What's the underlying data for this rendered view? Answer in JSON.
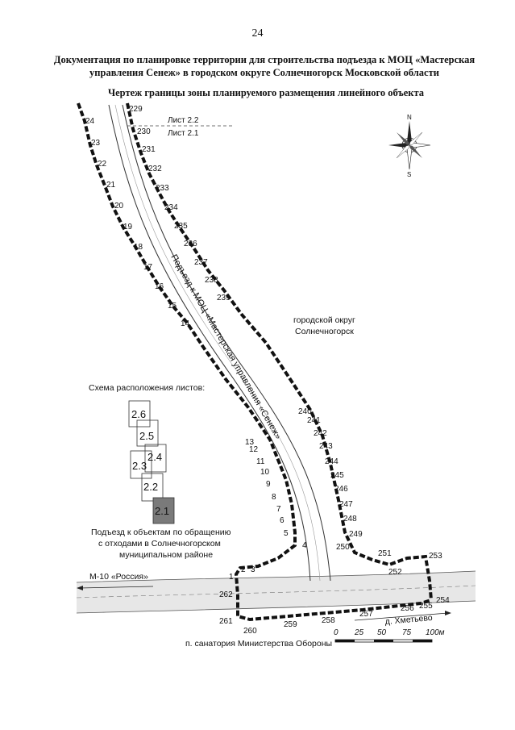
{
  "page": {
    "number": "24",
    "title": "Документация по планировке территории для строительства подъезда к МОЦ «Мастерская управления Сенеж» в городском округе Солнечногорск Московской области",
    "drawing_title": "Чертеж границы зоны планируемого размещения линейного объекта"
  },
  "sheets": {
    "upper": "Лист 2.2",
    "lower": "Лист 2.1"
  },
  "compass": {
    "north": "N",
    "south": "S"
  },
  "labels": {
    "road": "Подъезд к МОЦ «Мастерская управления «Сенеж»",
    "district": [
      "городской округ",
      "Солнечногорск"
    ],
    "scheme_title": "Схема расположения листов:",
    "scheme_sheets": [
      "2.6",
      "2.5",
      "2.4",
      "2.3",
      "2.2",
      "2.1"
    ],
    "waste_road": [
      "Подъезд к объектам по обращению",
      "с отходами в Солнечногорском",
      "муниципальном районе"
    ],
    "highway": "М-10 «Россия»",
    "village": "д. Хметьево",
    "sanatorium": "п. санатория Министерства Обороны"
  },
  "scalebar": {
    "ticks": [
      "0",
      "25",
      "50",
      "75",
      "100м"
    ]
  },
  "boundary_points": {
    "left": [
      "24",
      "23",
      "22",
      "21",
      "20",
      "19",
      "18",
      "17",
      "16",
      "15",
      "14",
      "13",
      "12",
      "11",
      "10",
      "9",
      "8",
      "7",
      "6",
      "5",
      "4",
      "3",
      "2",
      "1",
      "262",
      "261",
      "260",
      "259",
      "258",
      "257",
      "256",
      "255",
      "254",
      "253",
      "252",
      "251",
      "250"
    ],
    "right": [
      "229",
      "230",
      "231",
      "232",
      "233",
      "234",
      "235",
      "236",
      "237",
      "238",
      "239",
      "240",
      "241",
      "242",
      "243",
      "244",
      "245",
      "246",
      "247",
      "248",
      "249"
    ]
  },
  "colors": {
    "boundary": "#111111",
    "road_fill": "#e6e6e6",
    "sheet_highlight": "#7a7a7a"
  }
}
